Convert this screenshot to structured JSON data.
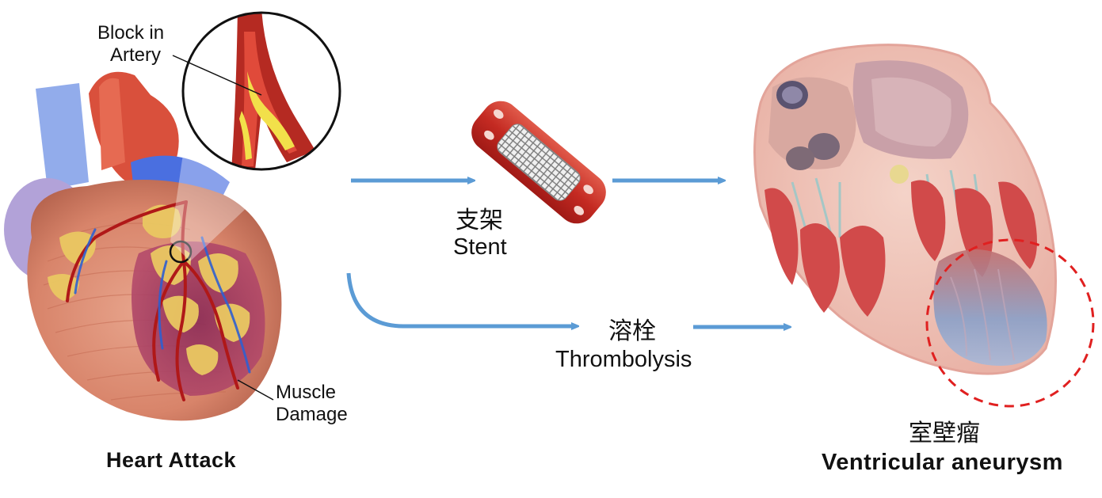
{
  "heart": {
    "callout_block": "Block in\nArtery",
    "callout_block_line1": "Block in",
    "callout_block_line2": "Artery",
    "callout_muscle_line1": "Muscle",
    "callout_muscle_line2": "Damage",
    "caption": "Heart Attack"
  },
  "stent": {
    "label_cn": "支架",
    "label_en": "Stent"
  },
  "thrombolysis": {
    "label_cn": "溶栓",
    "label_en": "Thrombolysis"
  },
  "aneurysm": {
    "label_cn": "室壁瘤",
    "label_en": "Ventricular aneurysm"
  },
  "colors": {
    "arrow": "#5b9bd5",
    "dashed_circle": "#e02020",
    "artery_red": "#c0392b",
    "fat_yellow": "#e8c84a",
    "vein_blue": "#4a78d8",
    "heart_muscle": "#d98770"
  }
}
